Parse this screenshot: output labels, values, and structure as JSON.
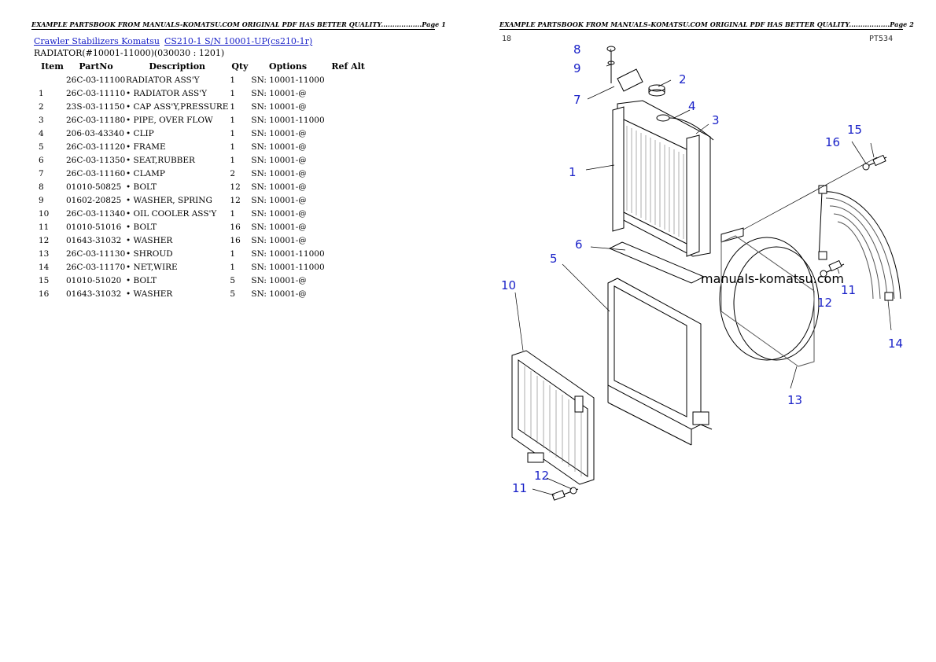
{
  "page1": {
    "header": "EXAMPLE PARTSBOOK FROM MANUALS-KOMATSU.COM ORIGINAL PDF HAS BETTER QUALITY..................Page 1",
    "breadcrumb": {
      "link1": "Crawler Stabilizers Komatsu",
      "link2": "CS210-1 S/N 10001-UP(cs210-1r)"
    },
    "subtitle": "RADIATOR(#10001-11000)(030030 : 1201)",
    "columns": {
      "item": "Item",
      "partno": "PartNo",
      "description": "Description",
      "qty": "Qty",
      "options": "Options",
      "refalt": "Ref Alt"
    },
    "rows": [
      {
        "item": "",
        "partno": "26C-03-11100",
        "description": "RADIATOR ASS'Y",
        "qty": "1",
        "options": "SN: 10001-11000"
      },
      {
        "item": "1",
        "partno": "26C-03-11110",
        "description": "• RADIATOR ASS'Y",
        "qty": "1",
        "options": "SN: 10001-@"
      },
      {
        "item": "2",
        "partno": "23S-03-11150",
        "description": "• CAP ASS'Y,PRESSURE",
        "qty": "1",
        "options": "SN: 10001-@"
      },
      {
        "item": "3",
        "partno": "26C-03-11180",
        "description": "• PIPE, OVER FLOW",
        "qty": "1",
        "options": "SN: 10001-11000"
      },
      {
        "item": "4",
        "partno": "206-03-43340",
        "description": "• CLIP",
        "qty": "1",
        "options": "SN: 10001-@"
      },
      {
        "item": "5",
        "partno": "26C-03-11120",
        "description": "• FRAME",
        "qty": "1",
        "options": "SN: 10001-@"
      },
      {
        "item": "6",
        "partno": "26C-03-11350",
        "description": "• SEAT,RUBBER",
        "qty": "1",
        "options": "SN: 10001-@"
      },
      {
        "item": "7",
        "partno": "26C-03-11160",
        "description": "• CLAMP",
        "qty": "2",
        "options": "SN: 10001-@"
      },
      {
        "item": "8",
        "partno": "01010-50825",
        "description": "• BOLT",
        "qty": "12",
        "options": "SN: 10001-@"
      },
      {
        "item": "9",
        "partno": "01602-20825",
        "description": "• WASHER, SPRING",
        "qty": "12",
        "options": "SN: 10001-@"
      },
      {
        "item": "10",
        "partno": "26C-03-11340",
        "description": "• OIL COOLER ASS'Y",
        "qty": "1",
        "options": "SN: 10001-@"
      },
      {
        "item": "11",
        "partno": "01010-51016",
        "description": "• BOLT",
        "qty": "16",
        "options": "SN: 10001-@"
      },
      {
        "item": "12",
        "partno": "01643-31032",
        "description": "• WASHER",
        "qty": "16",
        "options": "SN: 10001-@"
      },
      {
        "item": "13",
        "partno": "26C-03-11130",
        "description": "• SHROUD",
        "qty": "1",
        "options": "SN: 10001-11000"
      },
      {
        "item": "14",
        "partno": "26C-03-11170",
        "description": "• NET,WIRE",
        "qty": "1",
        "options": "SN: 10001-11000"
      },
      {
        "item": "15",
        "partno": "01010-51020",
        "description": "• BOLT",
        "qty": "5",
        "options": "SN: 10001-@"
      },
      {
        "item": "16",
        "partno": "01643-31032",
        "description": "• WASHER",
        "qty": "5",
        "options": "SN: 10001-@"
      }
    ]
  },
  "page2": {
    "header": "EXAMPLE PARTSBOOK FROM MANUALS-KOMATSU.COM ORIGINAL PDF HAS BETTER QUALITY..................Page 2",
    "code_left": "18",
    "code_right": "PT534",
    "watermark": "manuals-komatsu.com",
    "callouts": {
      "c1": "1",
      "c2": "2",
      "c3": "3",
      "c4": "4",
      "c5": "5",
      "c6": "6",
      "c7": "7",
      "c8": "8",
      "c9": "9",
      "c10": "10",
      "c11a": "11",
      "c11b": "11",
      "c12a": "12",
      "c12b": "12",
      "c13": "13",
      "c14": "14",
      "c15": "15",
      "c16": "16"
    }
  },
  "colors": {
    "link": "#1a22c8",
    "callout": "#1a22c8"
  }
}
